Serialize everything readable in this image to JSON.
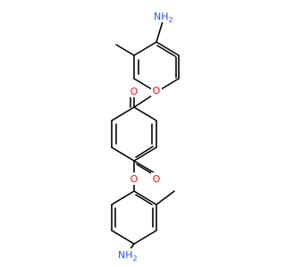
{
  "molecule": {
    "background": "#ffffff",
    "bond_color": "#000000",
    "atom_colors": {
      "O": "#ff0d0d",
      "N": "#3050f8"
    },
    "labels": {
      "amine_top": {
        "symbol": "N",
        "main": "NH",
        "sub": "2"
      },
      "ester_o_top": {
        "symbol": "O",
        "main": "O"
      },
      "carbonyl_o_top": {
        "symbol": "O",
        "main": "O"
      },
      "carbonyl_o_bottom": {
        "symbol": "O",
        "main": "O"
      },
      "ester_o_bottom": {
        "symbol": "O",
        "main": "O"
      },
      "amine_bottom": {
        "symbol": "N",
        "main": "NH",
        "sub": "2"
      }
    }
  }
}
